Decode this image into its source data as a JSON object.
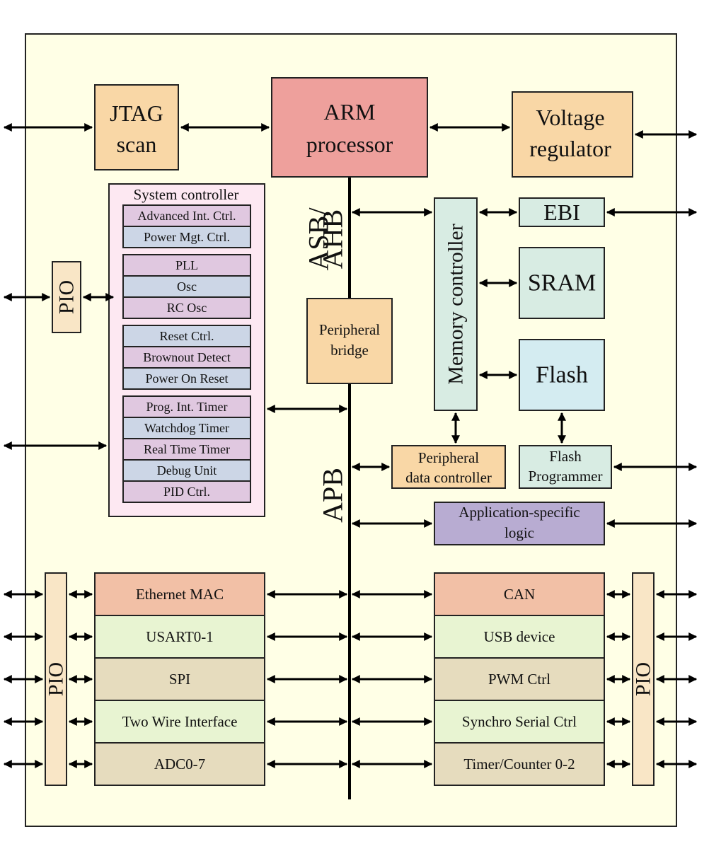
{
  "colors": {
    "chip_bg": "#ffffe6",
    "orange": "#f9d7a6",
    "arm": "#eea09c",
    "mint": "#d8ece3",
    "lightblue": "#d4ecf1",
    "pink_bg": "#fde8f2",
    "lilac": "#e0c8e0",
    "slate": "#ccd6e6",
    "purple": "#b8acd2",
    "salmon": "#f2c0a6",
    "lime": "#e8f4d2",
    "tan": "#e6dcbe",
    "pio": "#f9e6c6"
  },
  "blocks": {
    "jtag": [
      "JTAG",
      "scan"
    ],
    "arm": [
      "ARM",
      "processor"
    ],
    "voltage": [
      "Voltage",
      "regulator"
    ],
    "ebi": "EBI",
    "sram": "SRAM",
    "flash": "Flash",
    "memory_controller": "Memory controller",
    "peripheral_bridge": [
      "Peripheral",
      "bridge"
    ],
    "pdc": [
      "Peripheral",
      "data controller"
    ],
    "flash_programmer": [
      "Flash",
      "Programmer"
    ],
    "app_logic": [
      "Application-specific",
      "logic"
    ],
    "pio": "PIO"
  },
  "buses": {
    "asb": [
      "ASB/",
      "AHB"
    ],
    "apb": "APB"
  },
  "system_controller": {
    "title": "System controller",
    "groups": [
      [
        "Advanced Int. Ctrl.",
        "Power Mgt. Ctrl."
      ],
      [
        "PLL",
        "Osc",
        "RC Osc"
      ],
      [
        "Reset Ctrl.",
        "Brownout Detect",
        "Power On Reset"
      ],
      [
        "Prog. Int. Timer",
        "Watchdog Timer",
        "Real Time Timer",
        "Debug Unit",
        "PID Ctrl."
      ]
    ]
  },
  "left_peripherals": [
    "Ethernet MAC",
    "USART0-1",
    "SPI",
    "Two Wire Interface",
    "ADC0-7"
  ],
  "right_peripherals": [
    "CAN",
    "USB device",
    "PWM Ctrl",
    "Synchro Serial Ctrl",
    "Timer/Counter 0-2"
  ]
}
